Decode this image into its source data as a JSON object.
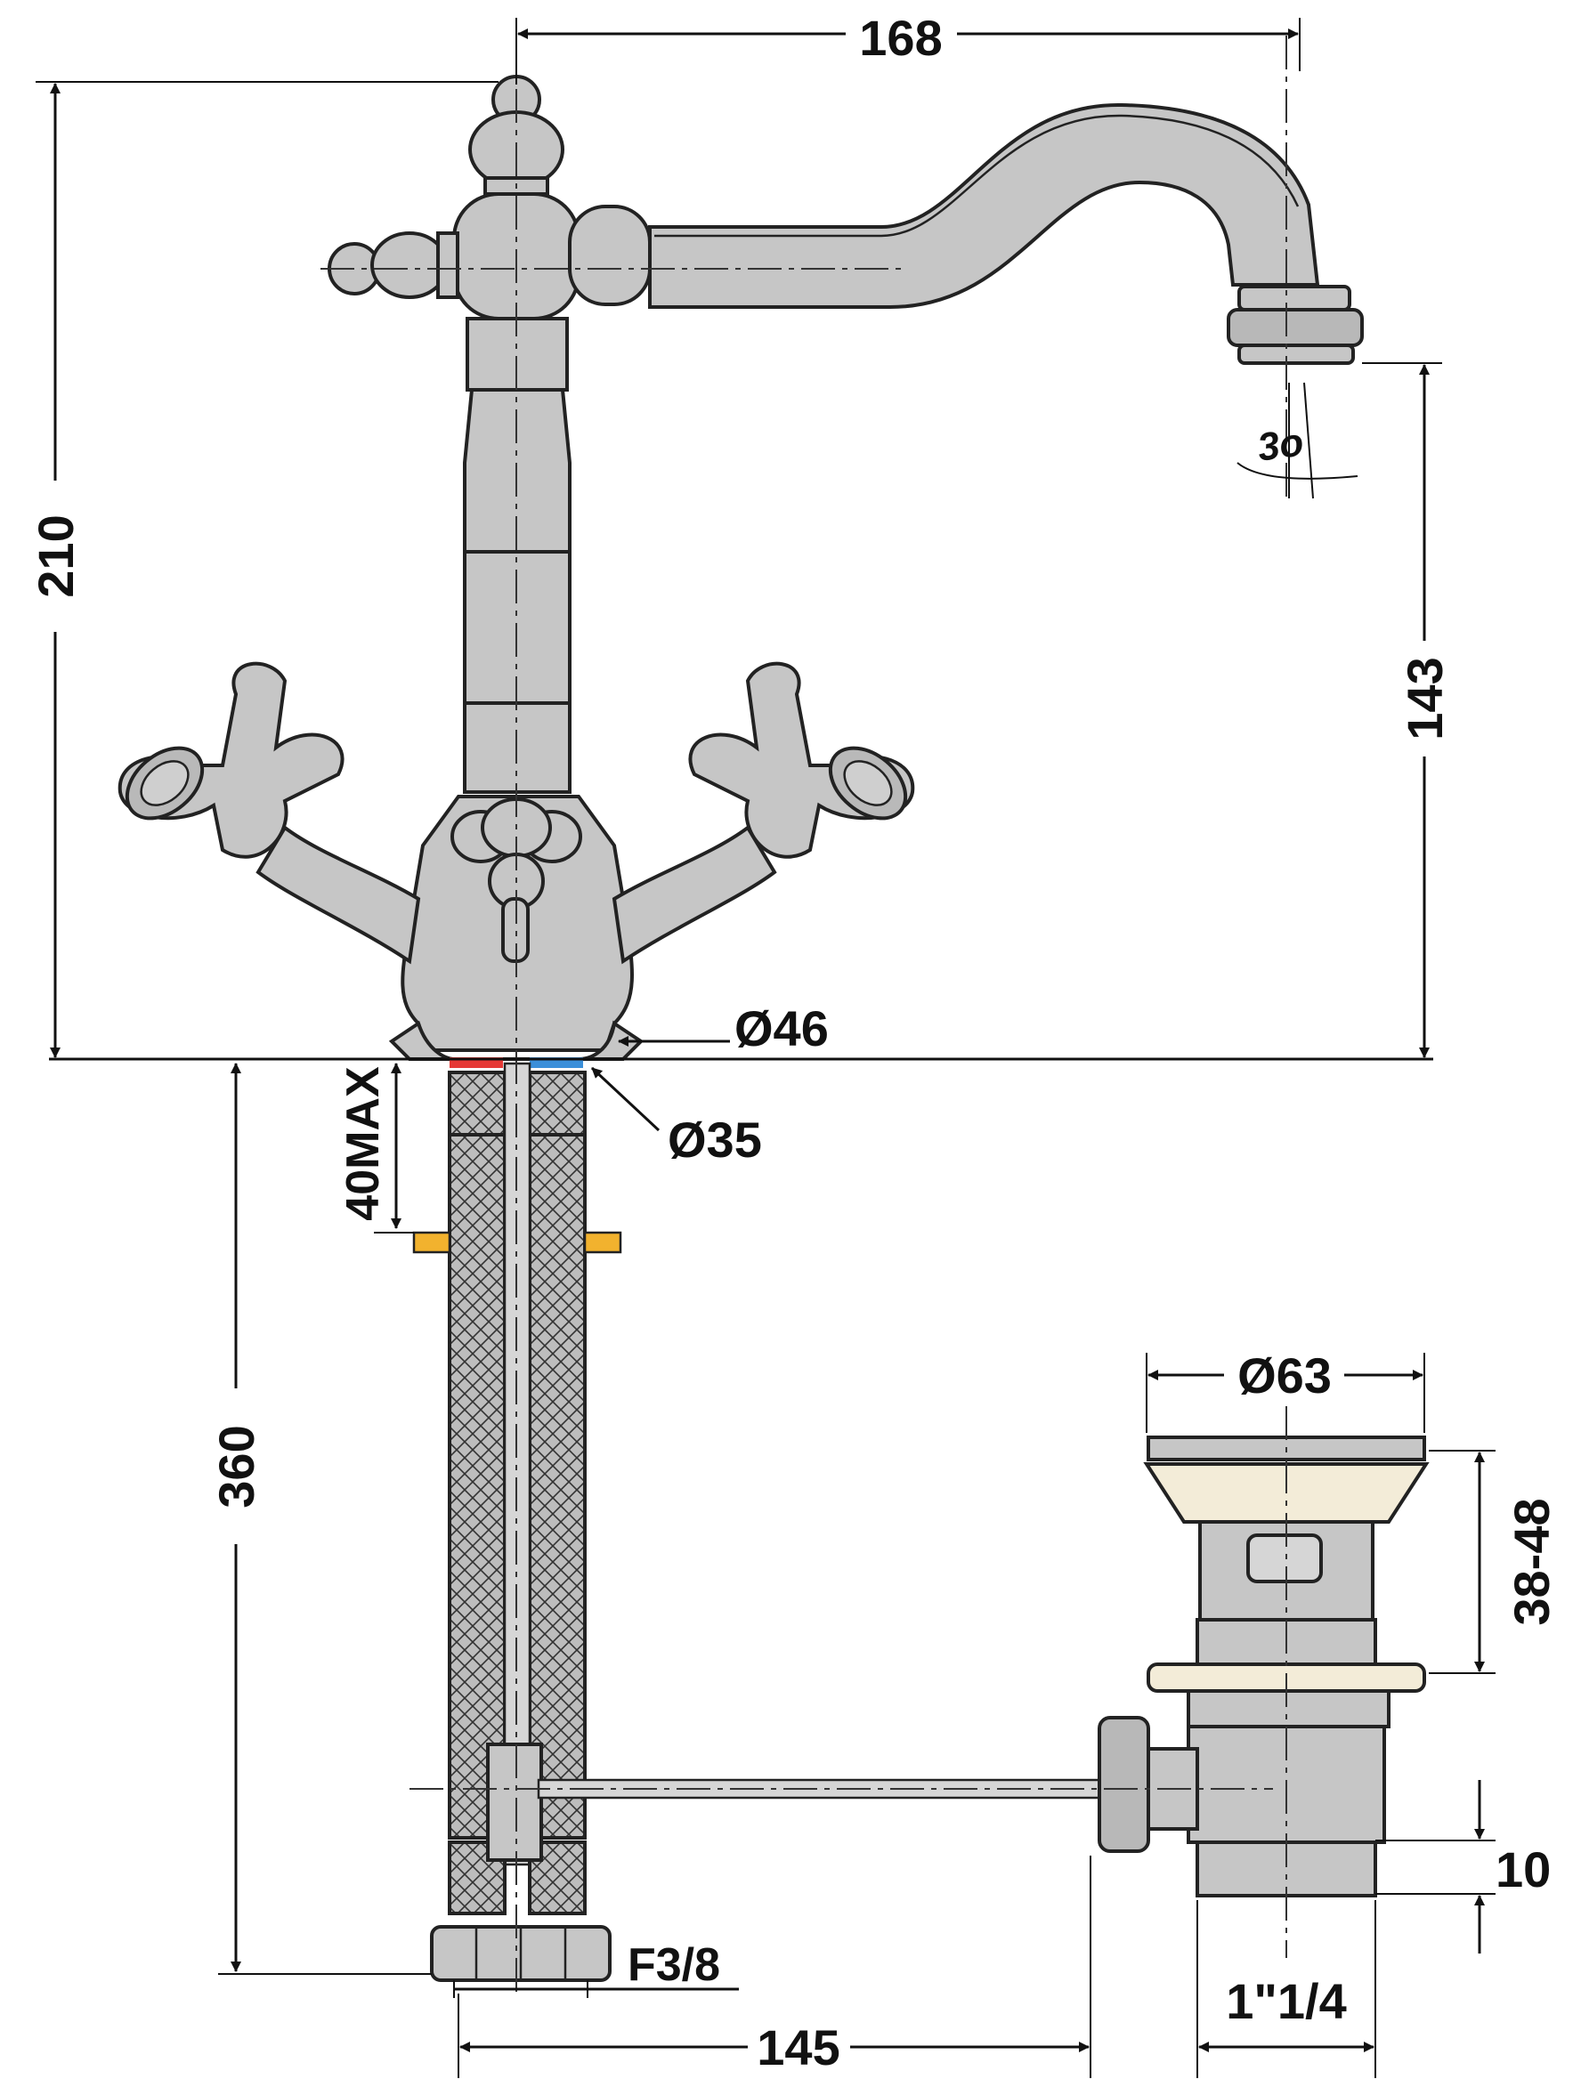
{
  "labels": {
    "spout_reach": "168",
    "overall_height": "210",
    "spout_height": "143",
    "spout_angle": "3o",
    "base_diameter": "Ø46",
    "shank_diameter": "Ø35",
    "deck_thickness": "40MAX",
    "hose_length": "360",
    "hose_fitting": "F3/8",
    "rod_length": "145",
    "waste_diameter": "Ø63",
    "waste_height": "38-48",
    "waste_thread_length": "10",
    "waste_thread": "1\"1/4"
  },
  "colors": {
    "body": "#c6c6c6",
    "hose": "#bdbdbd",
    "hot": "#e53935",
    "cold": "#3b8fd9",
    "nut": "#f2b22e",
    "gasket": "#f3ecd8",
    "line": "#111111"
  }
}
